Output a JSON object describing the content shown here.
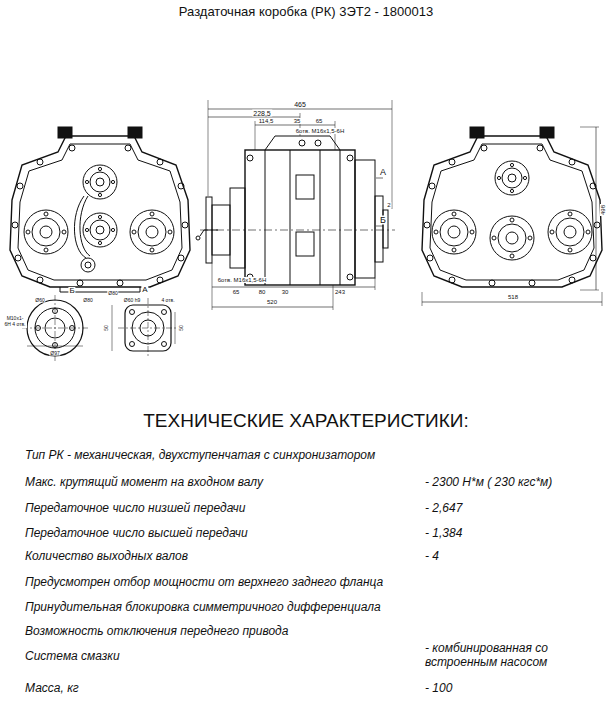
{
  "diagram": {
    "title": "Раздаточная коробка (РК) 3ЭТ2 - 1800013",
    "labels": [
      "465",
      "228,5",
      "114,5",
      "35",
      "65",
      "6отв. М16х1,5-6Н",
      "А",
      "2",
      "Б",
      "6отв. М16х1,5-6Н",
      "65",
      "80",
      "30",
      "243",
      "520",
      "518",
      "498",
      "Б",
      "А",
      "Ø60",
      "Ø80",
      "М10х1-6Н 4 отв.",
      "Ø97",
      "Ø80",
      "Ø60 h9",
      "4 отв.",
      "50",
      "50",
      "ТЕХНИЧЕСКИЕ ХАРАКТЕРИСТИКИ:",
      "Тип РК - механическая, двухступенчатая с синхронизатором",
      "Макс. крутящий момент на входном валу",
      "- 2300 Н*м ( 230 кгс*м)",
      "Передаточное число низшей передачи",
      "- 2,647",
      "Передаточное число высшей передачи",
      "- 1,384",
      "Количество выходных валов",
      "- 4",
      "Предусмотрен отбор мощности от верхнего заднего фланца",
      "Принудительная блокировка симметричного дифференциала",
      "Возможность отключения переднего привода",
      "Система смазки",
      "- комбинированная со встроенным насосом",
      "Масса, кг",
      "- 100"
    ]
  }
}
